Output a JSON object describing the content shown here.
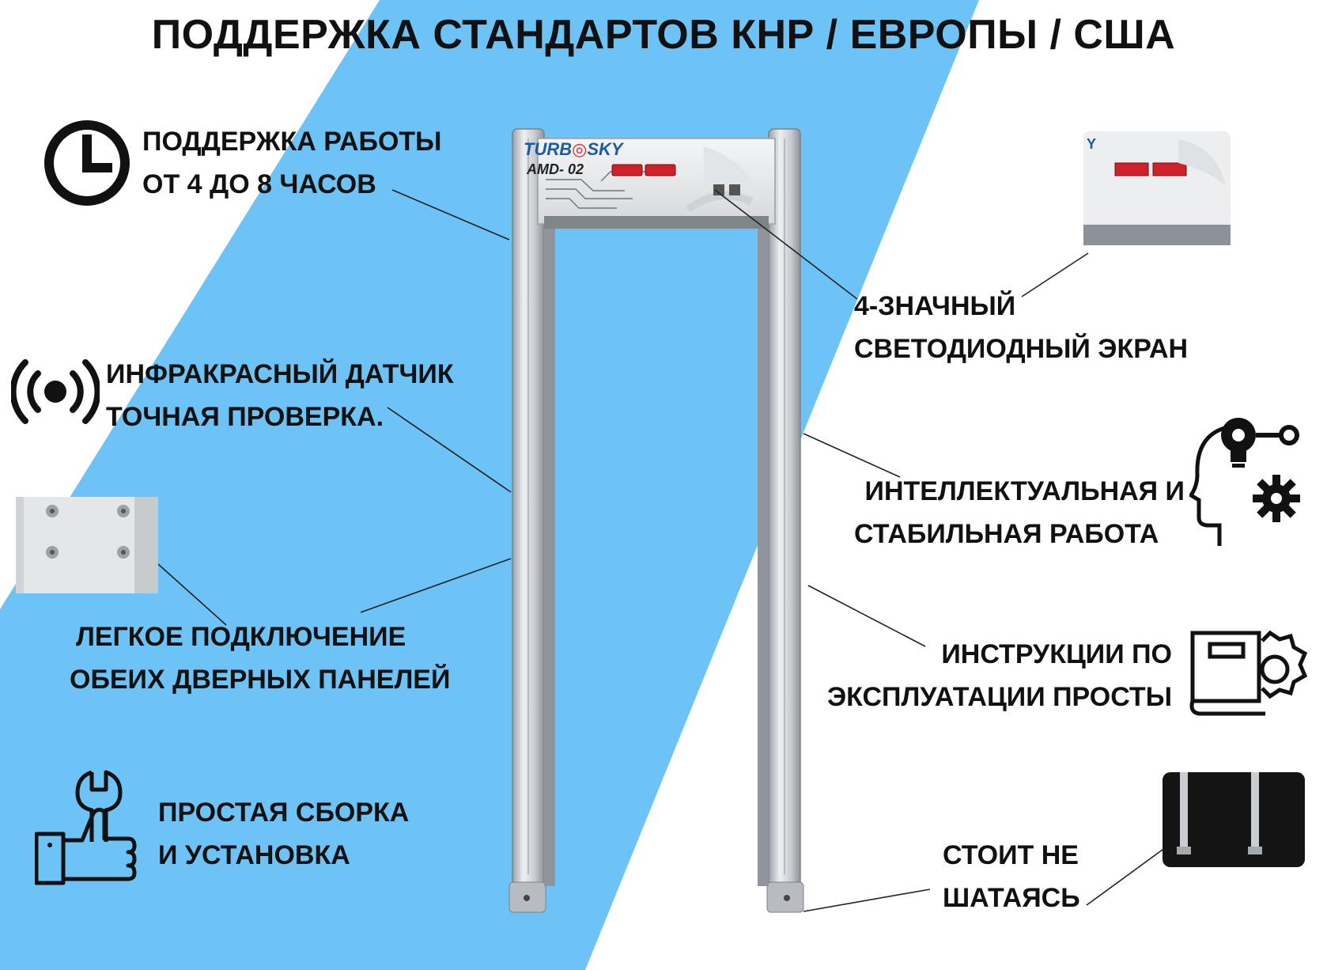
{
  "title": "ПОДДЕРЖКА СТАНДАРТОВ КНР / ЕВРОПЫ / США",
  "product": {
    "brand": "TURBOSKY",
    "brand_left": "TURB",
    "brand_right": "SKY",
    "model": "AMD- 02",
    "inset_brand_fragment": "Y"
  },
  "features": {
    "hours": {
      "line1": "ПОДДЕРЖКА РАБОТЫ",
      "line2": "ОТ 4 ДО 8 ЧАСОВ",
      "icon": "clock-icon"
    },
    "infrared": {
      "line1": "ИНФРАКРАСНЫЙ ДАТЧИК",
      "line2": "ТОЧНАЯ ПРОВЕРКА.",
      "icon": "signal-icon"
    },
    "connection": {
      "line1": "ЛЕГКОЕ ПОДКЛЮЧЕНИЕ",
      "line2": "ОБЕИХ ДВЕРНЫХ ПАНЕЛЕЙ",
      "image": "panel-connector-photo"
    },
    "assembly": {
      "line1": "ПРОСТАЯ СБОРКА",
      "line2": "И УСТАНОВКА",
      "icon": "wrench-thumbs-up-icon"
    },
    "display": {
      "line1": "4-ЗНАЧНЫЙ",
      "line2": "СВЕТОДИОДНЫЙ ЭКРАН",
      "image": "led-display-photo"
    },
    "intelligent": {
      "line1": "ИНТЕЛЛЕКТУАЛЬНАЯ И",
      "line2": "СТАБИЛЬНАЯ РАБОТА",
      "icon": "head-gear-icon"
    },
    "manual": {
      "line1": "ИНСТРУКЦИИ ПО",
      "line2": "ЭКСПЛУАТАЦИИ ПРОСТЫ",
      "icon": "manual-book-icon"
    },
    "stable": {
      "line1": "СТОИТ НЕ",
      "line2": "ШАТАЯСЬ",
      "image": "feet-photo"
    }
  },
  "colors": {
    "background": "#ffffff",
    "accent_blue": "#6ec3f6",
    "text": "#111111",
    "frame_metal": "#c9ccd0",
    "led_red": "#d0202a"
  }
}
